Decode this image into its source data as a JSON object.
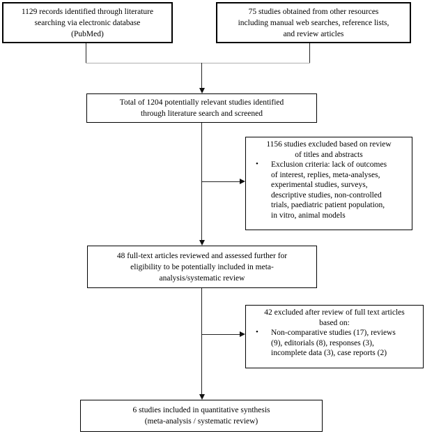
{
  "diagram": {
    "type": "flowchart",
    "subject": "study-selection-flow",
    "bullet_char": "•",
    "colors": {
      "background": "#ffffff",
      "box_border": "#000000",
      "text": "#000000",
      "connector": "#222222",
      "merge_line": "#b0b0b0"
    },
    "nodes": {
      "identified_database": {
        "text": "1129 records identified through literature\nsearching via electronic database\n(PubMed)"
      },
      "identified_other": {
        "text": "75 studies obtained from other resources\nincluding manual web searches, reference lists,\nand review articles"
      },
      "screened_total": {
        "text": "Total of 1204 potentially relevant studies identified\nthrough literature search and screened"
      },
      "excluded_screening": {
        "heading": "1156 studies excluded based on review\nof titles and abstracts",
        "bullet": "Exclusion criteria: lack of outcomes\nof interest, replies, meta-analyses,\nexperimental studies, surveys,\ndescriptive studies, non-controlled\ntrials, paediatric patient population,\nin vitro, animal models"
      },
      "fulltext_reviewed": {
        "text": "48 full-text articles reviewed and assessed further for\neligibility to be potentially included in meta-\nanalysis/systematic review"
      },
      "excluded_fulltext": {
        "heading": "42 excluded after review of full text articles\nbased on:",
        "bullet": "Non-comparative studies (17), reviews\n(9), editorials (8), responses (3),\nincomplete data (3), case reports (2)"
      },
      "included": {
        "text": "6 studies included in quantitative synthesis\n(meta-analysis / systematic review)"
      }
    }
  }
}
